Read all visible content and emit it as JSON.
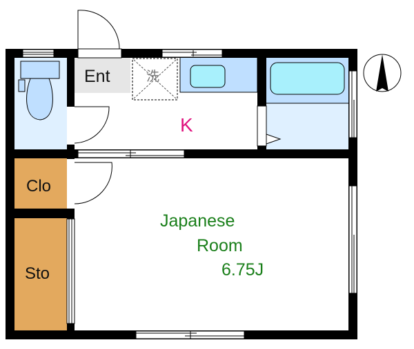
{
  "floor_plan": {
    "rooms": {
      "entrance": {
        "label": "Ent"
      },
      "kitchen": {
        "label": "K"
      },
      "washer_space": {
        "label": "洗"
      },
      "closet": {
        "label": "Clo"
      },
      "storage": {
        "label": "Sto"
      },
      "japanese_room": {
        "line1": "Japanese",
        "line2": "Room",
        "size": "6.75J"
      }
    },
    "compass": {
      "direction": "N",
      "icon": "north-arrow-icon"
    },
    "colors": {
      "wall": "#000000",
      "wet_area_light": "#dff0ff",
      "wet_area_mid": "#bfdfff",
      "fixture": "#a8f0fc",
      "storage": "#e3a95e",
      "entrance": "#e6e6e6",
      "kitchen_label": "#e0137f",
      "room_label": "#1a7f1a"
    }
  }
}
